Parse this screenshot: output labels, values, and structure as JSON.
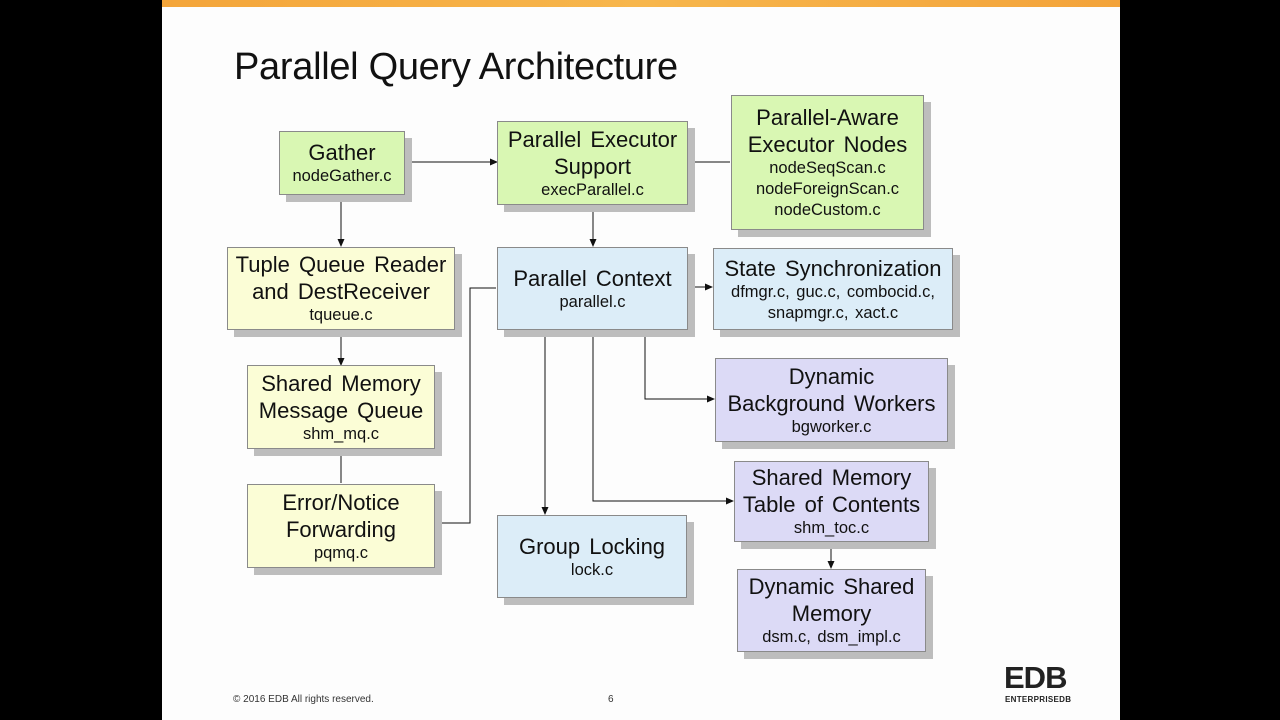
{
  "title": "Parallel Query Architecture",
  "nodes": {
    "gather": {
      "title": [
        "Gather"
      ],
      "files": [
        "nodeGather.c"
      ]
    },
    "executor": {
      "title": [
        "Parallel Executor",
        "Support"
      ],
      "files": [
        "execParallel.c"
      ]
    },
    "aware": {
      "title": [
        "Parallel-Aware",
        "Executor Nodes"
      ],
      "files": [
        "nodeSeqScan.c",
        "nodeForeignScan.c",
        "nodeCustom.c"
      ]
    },
    "tuple": {
      "title": [
        "Tuple Queue Reader",
        "and DestReceiver"
      ],
      "files": [
        "tqueue.c"
      ]
    },
    "context": {
      "title": [
        "Parallel Context"
      ],
      "files": [
        "parallel.c"
      ]
    },
    "state": {
      "title": [
        "State Synchronization"
      ],
      "files": [
        "dfmgr.c, guc.c, combocid.c,",
        "snapmgr.c, xact.c"
      ]
    },
    "shmq": {
      "title": [
        "Shared Memory",
        "Message Queue"
      ],
      "files": [
        "shm_mq.c"
      ]
    },
    "bgworkers": {
      "title": [
        "Dynamic",
        "Background Workers"
      ],
      "files": [
        "bgworker.c"
      ]
    },
    "errfwd": {
      "title": [
        "Error/Notice",
        "Forwarding"
      ],
      "files": [
        "pqmq.c"
      ]
    },
    "locking": {
      "title": [
        "Group Locking"
      ],
      "files": [
        "lock.c"
      ]
    },
    "toc": {
      "title": [
        "Shared Memory",
        "Table of Contents"
      ],
      "files": [
        "shm_toc.c"
      ]
    },
    "dsm": {
      "title": [
        "Dynamic Shared",
        "Memory"
      ],
      "files": [
        "dsm.c, dsm_impl.c"
      ]
    }
  },
  "footer": {
    "copyright": "© 2016 EDB All rights reserved.",
    "page": "6"
  },
  "logo": {
    "mark": "EDB",
    "text": "ENTERPRISEDB"
  },
  "colors": {
    "accent_bar": "#f4a53a",
    "green_box": "#d9f7b3",
    "yellow_box": "#fbfdd6",
    "blue_box": "#dcedf8",
    "purple_box": "#dcdaf6"
  }
}
